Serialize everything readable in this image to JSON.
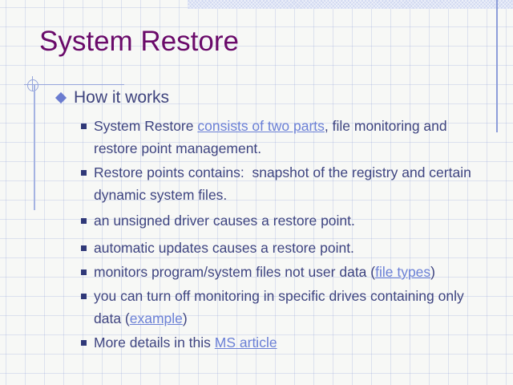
{
  "slide": {
    "title": "System Restore",
    "section_heading": "How it works",
    "bullets": [
      {
        "segments": [
          {
            "text": "System Restore ",
            "link": false
          },
          {
            "text": "consists of two parts",
            "link": true
          },
          {
            "text": ", file monitoring and restore point management.",
            "link": false
          }
        ]
      },
      {
        "segments": [
          {
            "text": "Restore points contains:  snapshot of the registry and certain dynamic system files.",
            "link": false
          }
        ]
      },
      {
        "segments": [
          {
            "text": "an unsigned driver causes a restore point.",
            "link": false
          }
        ]
      },
      {
        "segments": [
          {
            "text": "automatic updates causes a restore point.",
            "link": false
          }
        ]
      },
      {
        "segments": [
          {
            "text": "monitors program/system files not user data (",
            "link": false
          },
          {
            "text": "file types",
            "link": true
          },
          {
            "text": ")",
            "link": false
          }
        ]
      },
      {
        "segments": [
          {
            "text": "you can turn off monitoring in specific drives containing only data (",
            "link": false
          },
          {
            "text": "example",
            "link": true
          },
          {
            "text": ")",
            "link": false
          }
        ]
      },
      {
        "segments": [
          {
            "text": "More details in this ",
            "link": false
          },
          {
            "text": "MS article",
            "link": true
          }
        ]
      }
    ]
  },
  "colors": {
    "background": "#f7f8f6",
    "grid_line": "#aab4e0",
    "title_text": "#6a0a6a",
    "heading_text": "#3f447e",
    "body_text": "#3e4480",
    "link": "#6b80d6",
    "diamond_bullet": "#6b7cd0",
    "square_bullet": "#2f3878",
    "accent_band": "#cfd7f0",
    "flourish_line": "#96a5dc"
  },
  "icons": {
    "diamond_bullet": "diamond-bullet-icon",
    "square_bullet": "square-bullet-icon"
  }
}
